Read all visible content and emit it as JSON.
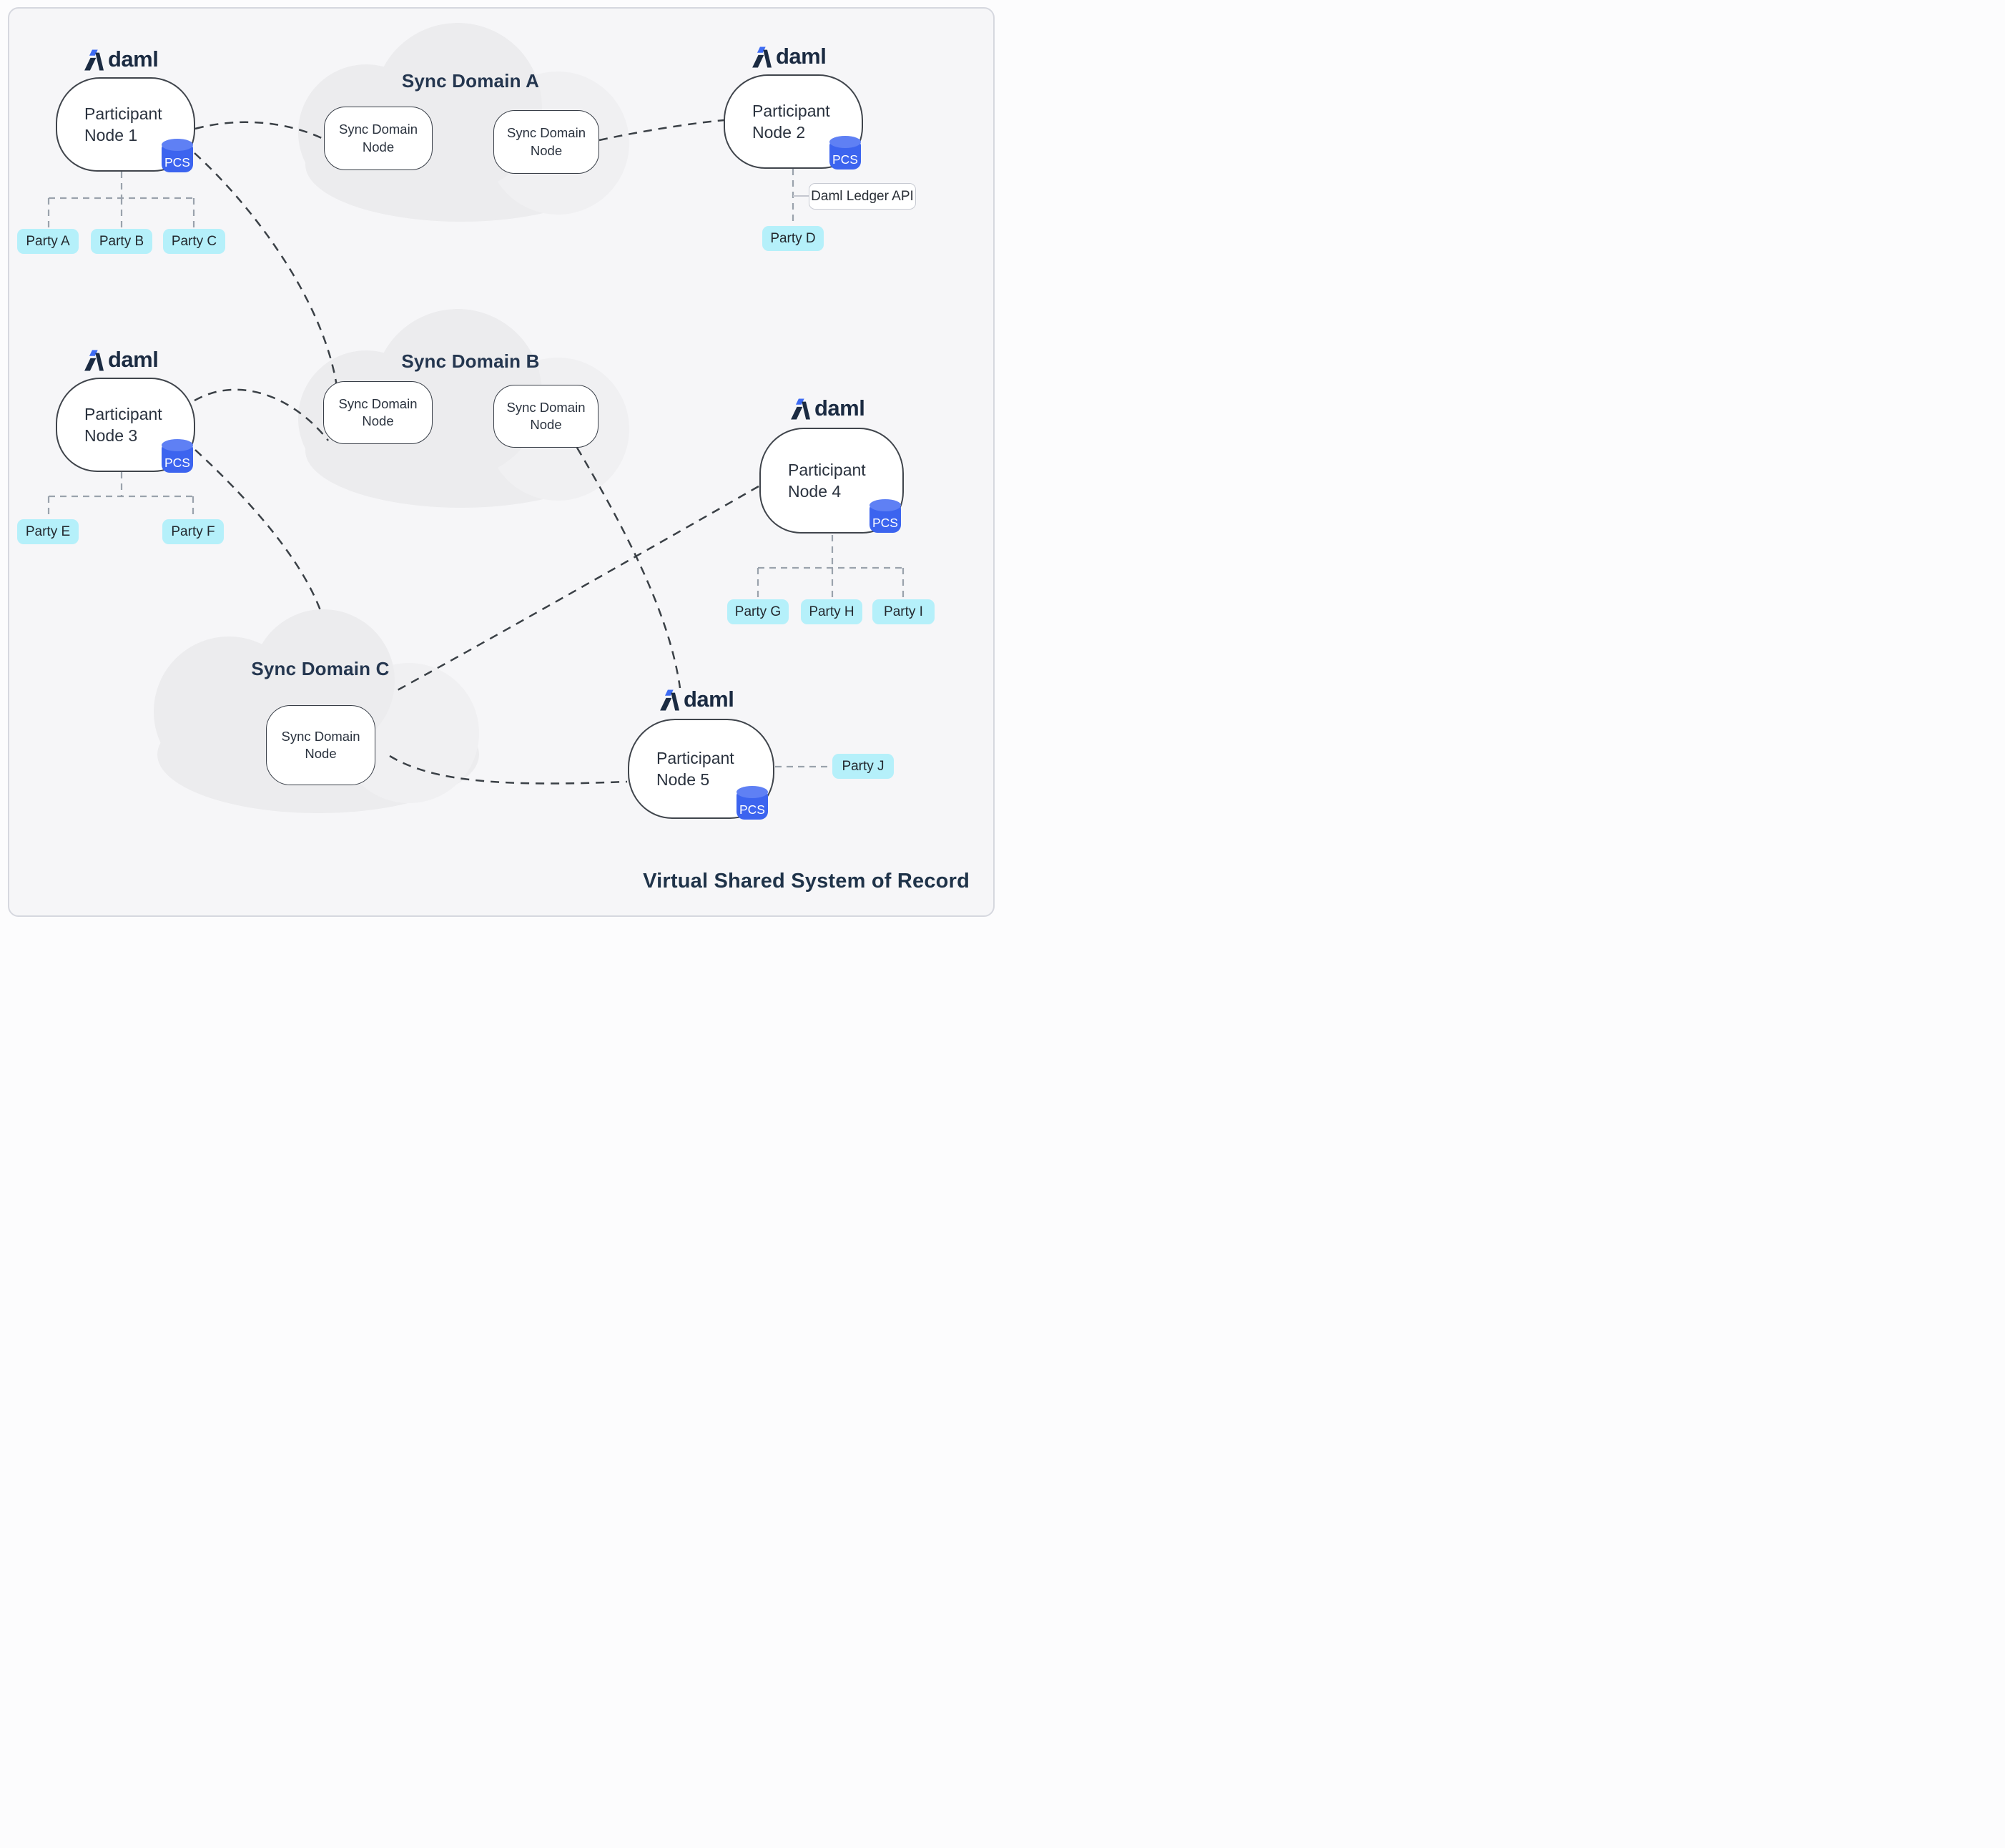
{
  "title": "Virtual Shared System of Record",
  "brand": {
    "logo_text": "daml"
  },
  "badge_label": "PCS",
  "api_label": "Daml Ledger API",
  "participant_nodes": [
    {
      "label": "Participant\nNode 1"
    },
    {
      "label": "Participant\nNode 2"
    },
    {
      "label": "Participant\nNode 3"
    },
    {
      "label": "Participant\nNode 4"
    },
    {
      "label": "Participant\nNode 5"
    }
  ],
  "sync_domains": [
    {
      "name": "Sync Domain A",
      "node_label": "Sync Domain Node",
      "node_count": 2
    },
    {
      "name": "Sync Domain B",
      "node_label": "Sync Domain Node",
      "node_count": 2
    },
    {
      "name": "Sync Domain C",
      "node_label": "Sync Domain Node",
      "node_count": 1
    }
  ],
  "parties": [
    {
      "label": "Party A"
    },
    {
      "label": "Party B"
    },
    {
      "label": "Party C"
    },
    {
      "label": "Party D"
    },
    {
      "label": "Party E"
    },
    {
      "label": "Party F"
    },
    {
      "label": "Party G"
    },
    {
      "label": "Party H"
    },
    {
      "label": "Party I"
    },
    {
      "label": "Party J"
    }
  ],
  "connections": [
    "Participant Node 1 - Sync Domain A node",
    "Participant Node 2 - Sync Domain A node",
    "Participant Node 1 - Sync Domain B node",
    "Participant Node 3 - Sync Domain B node",
    "Participant Node 3 - Sync Domain C",
    "Participant Node 5 - Sync Domain B node",
    "Participant Node 4 - Sync Domain C node",
    "Participant Node 5 - Sync Domain C node",
    "Participant Node 1 - Party A, Party B, Party C",
    "Participant Node 2 - Party D",
    "Participant Node 2 - Daml Ledger API",
    "Participant Node 3 - Party E, Party F",
    "Participant Node 4 - Party G, Party H, Party I",
    "Participant Node 5 - Party J"
  ],
  "colors": {
    "accent_blue": "#3c64ef",
    "accent_blue_light": "#5f80f4",
    "lambda_blue": "#3e6cf3",
    "navy": "#1b2b42",
    "party_cyan": "#b5f0fa",
    "cloud_gray": "#ececee",
    "frame_bg": "#f6f6f8"
  }
}
